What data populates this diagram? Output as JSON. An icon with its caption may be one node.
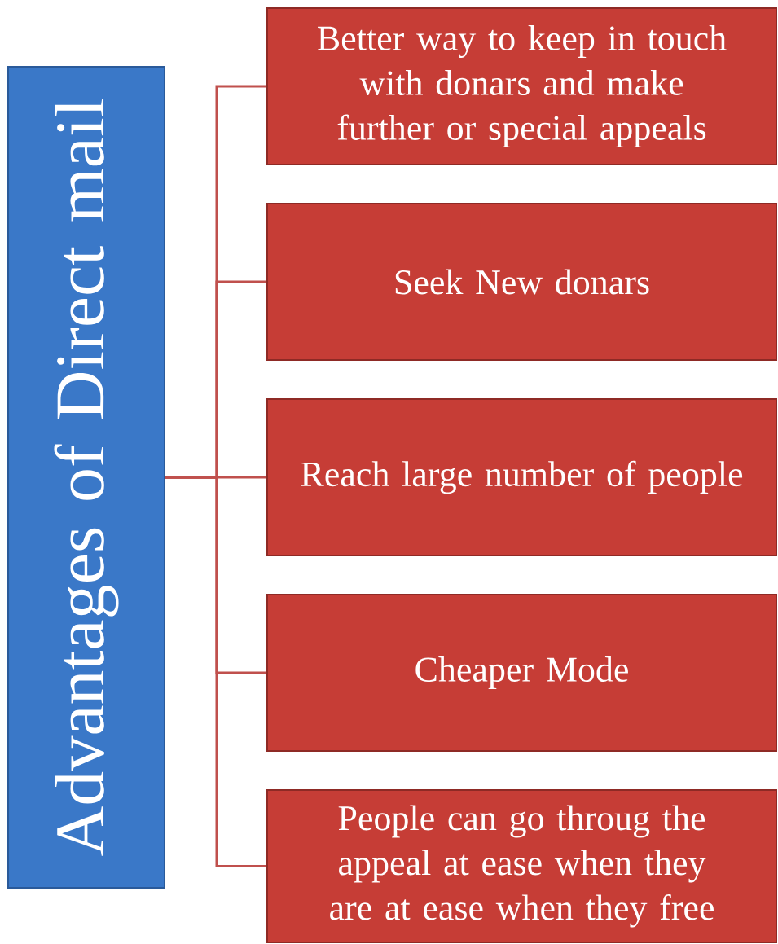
{
  "diagram": {
    "nodes": [
      {
        "text": [
          "Advantages of Direct mail"
        ]
      },
      {
        "text": [
          "Better way to keep in touch with donars and make further or special appeals"
        ]
      },
      {
        "text": [
          "Seek New donars"
        ]
      },
      {
        "text": [
          "Reach large number of people"
        ]
      },
      {
        "text": [
          "Cheaper Mode"
        ]
      },
      {
        "text": [
          "People can go throug the appeal at ease when they are at ease when they free"
        ]
      }
    ],
    "edges": [
      {
        "from": 0,
        "to": 1,
        "arrow": "none"
      },
      {
        "from": 0,
        "to": 2,
        "arrow": "none"
      },
      {
        "from": 0,
        "to": 3,
        "arrow": "none"
      },
      {
        "from": 0,
        "to": 4,
        "arrow": "none"
      },
      {
        "from": 0,
        "to": 5,
        "arrow": "none"
      }
    ]
  }
}
